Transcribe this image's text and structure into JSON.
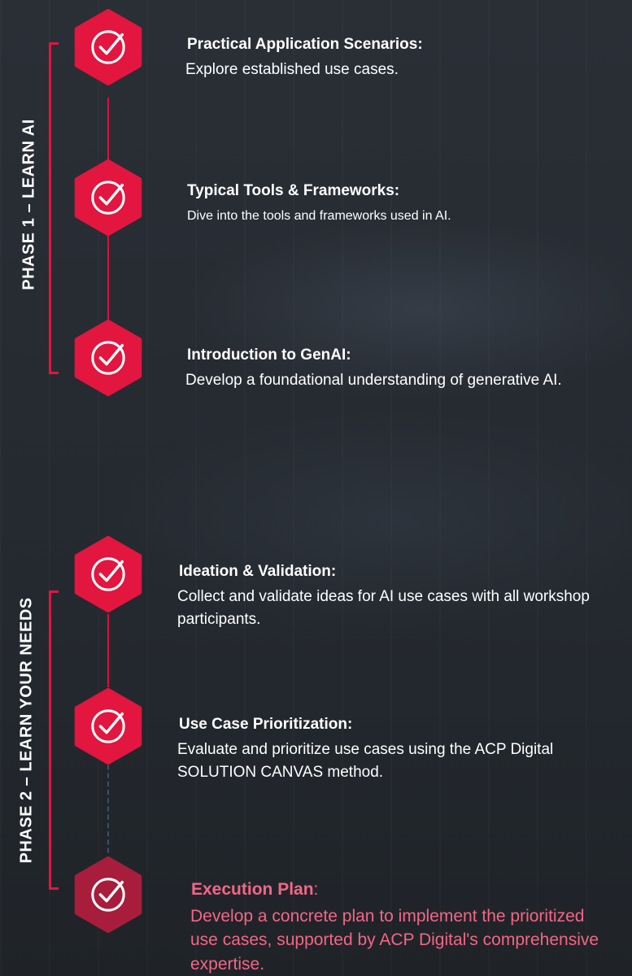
{
  "phases": [
    {
      "label": "PHASE 1 – LEARN AI"
    },
    {
      "label": "PHASE 2 – LEARN YOUR NEEDS"
    }
  ],
  "steps": [
    {
      "title": "Practical Application Scenarios:",
      "description": "Explore established use cases.",
      "icon": "checkmark-icon"
    },
    {
      "title": "Typical Tools & Frameworks:",
      "description": "Dive into the tools and frameworks used in AI.",
      "icon": "checkmark-icon"
    },
    {
      "title": "Introduction to GenAI:",
      "description": "Develop a foundational understanding of generative AI.",
      "icon": "checkmark-icon"
    },
    {
      "title": "Ideation & Validation:",
      "description": "Collect and validate ideas for AI use cases with all workshop participants.",
      "icon": "checkmark-icon"
    },
    {
      "title": "Use Case Prioritization:",
      "description": "Evaluate and prioritize use cases using the ACP Digital SOLUTION CANVAS method.",
      "icon": "checkmark-icon"
    },
    {
      "title": "Execution Plan",
      "title_suffix": ":",
      "description": "Develop a concrete plan to implement the prioritized use cases, supported by ACP Digital's comprehensive expertise.",
      "icon": "checkmark-icon"
    }
  ],
  "colors": {
    "accent": "#e2163e",
    "accent_dim": "#a81d3c",
    "final_text": "#f36685",
    "background": "#262b32"
  }
}
